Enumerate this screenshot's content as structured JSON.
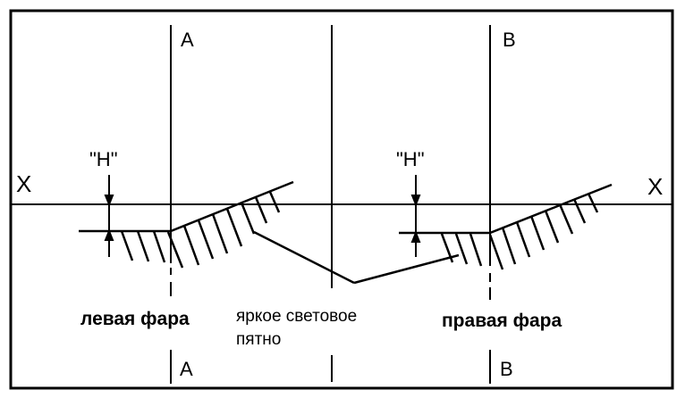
{
  "labels": {
    "axis_left": "X",
    "axis_right": "X",
    "line_a_top": "A",
    "line_a_bottom": "A",
    "line_b_top": "B",
    "line_b_bottom": "B",
    "h_left": "\"H\"",
    "h_right": "\"H\"",
    "left_headlight": "левая фара",
    "right_headlight": "правая фара",
    "bright_spot_line1": "яркое световое",
    "bright_spot_line2": "пятно"
  }
}
